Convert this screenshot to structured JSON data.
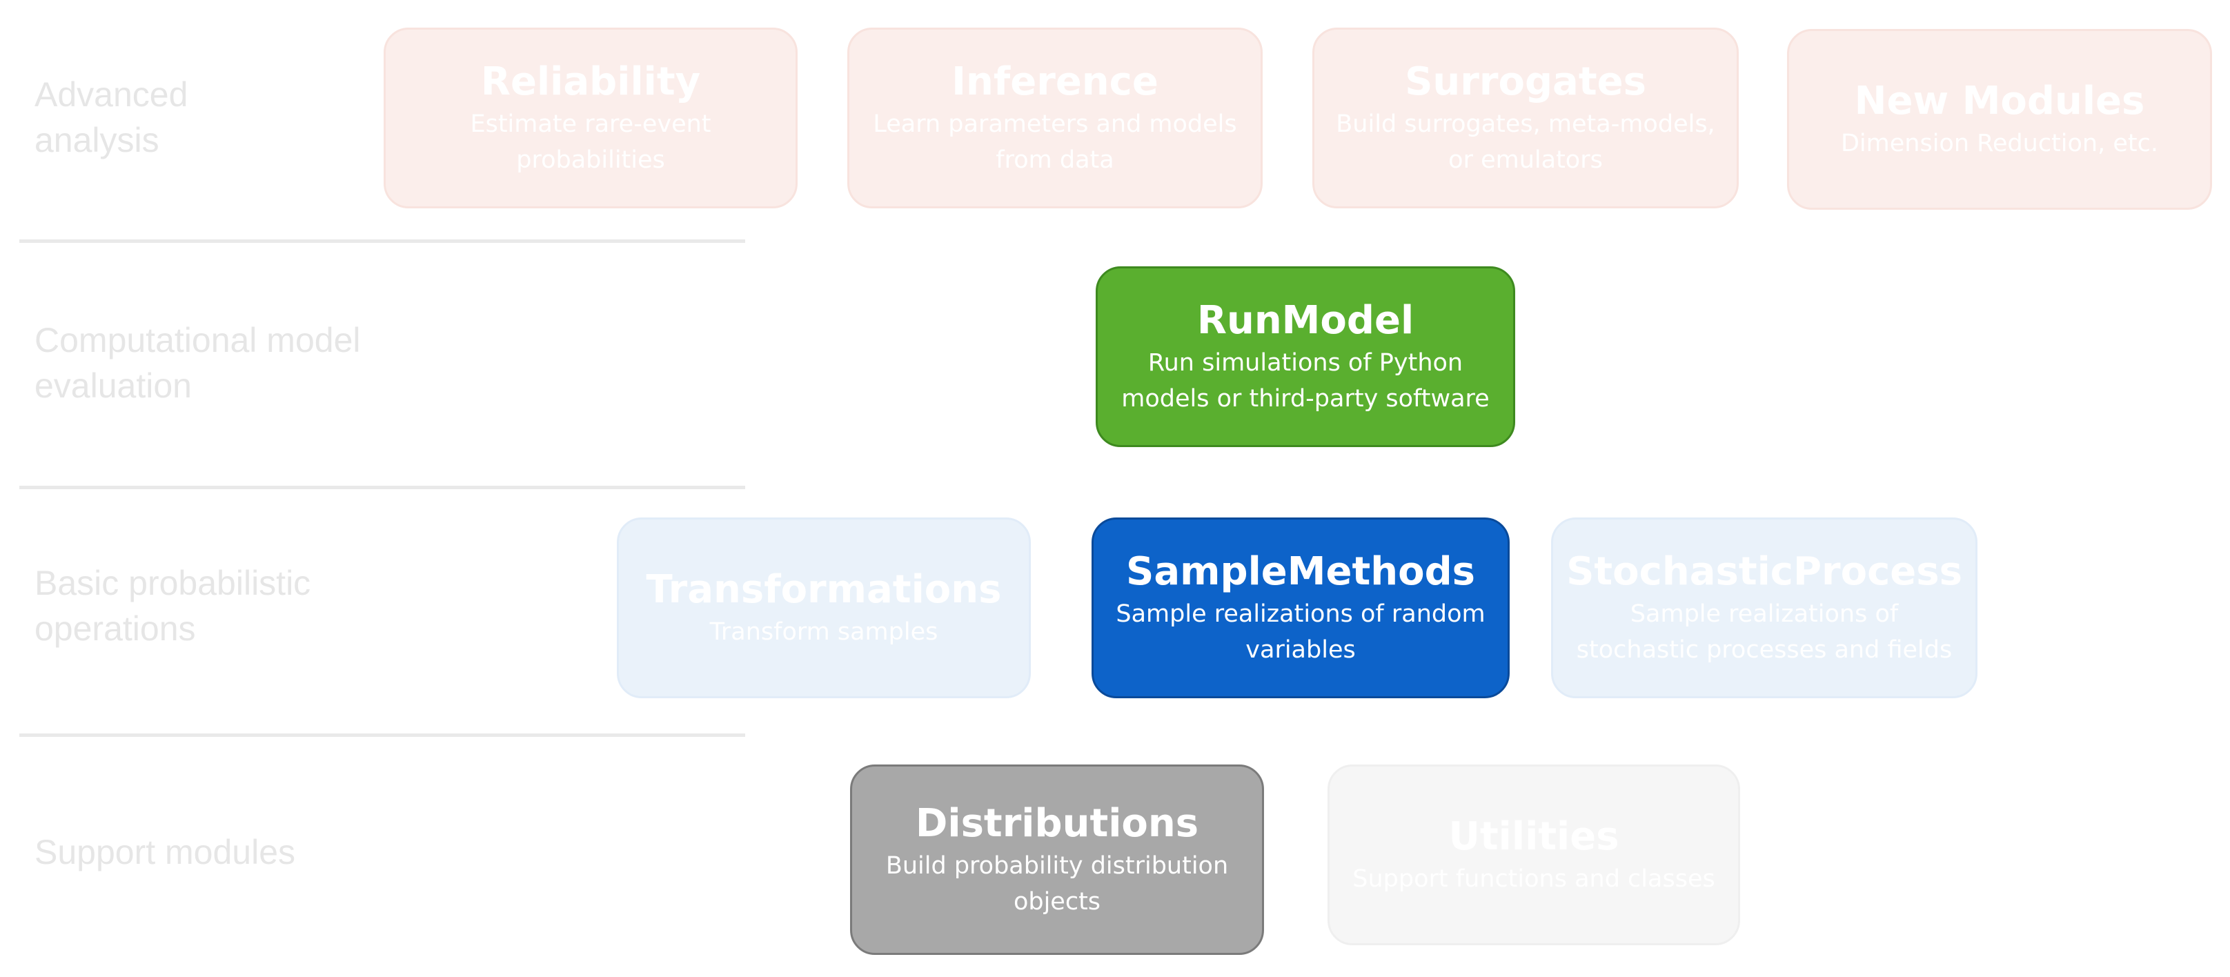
{
  "colors": {
    "row_label_text": "#e6e6e6",
    "separator": "#e9e9e9",
    "runmodel_green": "#5aaf2f",
    "samplemethods_blue": "#0d63c9",
    "distributions_grey": "#a8a8a8",
    "faded_red_bg": "#fbeeeb",
    "faded_blue_bg": "#eaf2fa",
    "faded_grey_bg": "#f6f6f6"
  },
  "rows": {
    "advanced": "Advanced\nanalysis",
    "computational": "Computational model\nevaluation",
    "basic": "Basic probabilistic\noperations",
    "support": "Support modules"
  },
  "modules": {
    "reliability": {
      "title": "Reliability",
      "desc": "Estimate rare-event probabilities"
    },
    "inference": {
      "title": "Inference",
      "desc": "Learn parameters and models from data"
    },
    "surrogates": {
      "title": "Surrogates",
      "desc": "Build surrogates, meta-models, or emulators"
    },
    "newmodules": {
      "title": "New Modules",
      "desc": "Dimension Reduction, etc."
    },
    "runmodel": {
      "title": "RunModel",
      "desc": "Run simulations of Python models or third-party software"
    },
    "transformations": {
      "title": "Transformations",
      "desc": "Transform samples"
    },
    "samplemethods": {
      "title": "SampleMethods",
      "desc": "Sample realizations of random variables"
    },
    "stochastic": {
      "title": "StochasticProcess",
      "desc": "Sample realizations of stochastic processes and fields"
    },
    "distributions": {
      "title": "Distributions",
      "desc": "Build probability distribution objects"
    },
    "utilities": {
      "title": "Utilities",
      "desc": "Support functions and classes"
    }
  }
}
